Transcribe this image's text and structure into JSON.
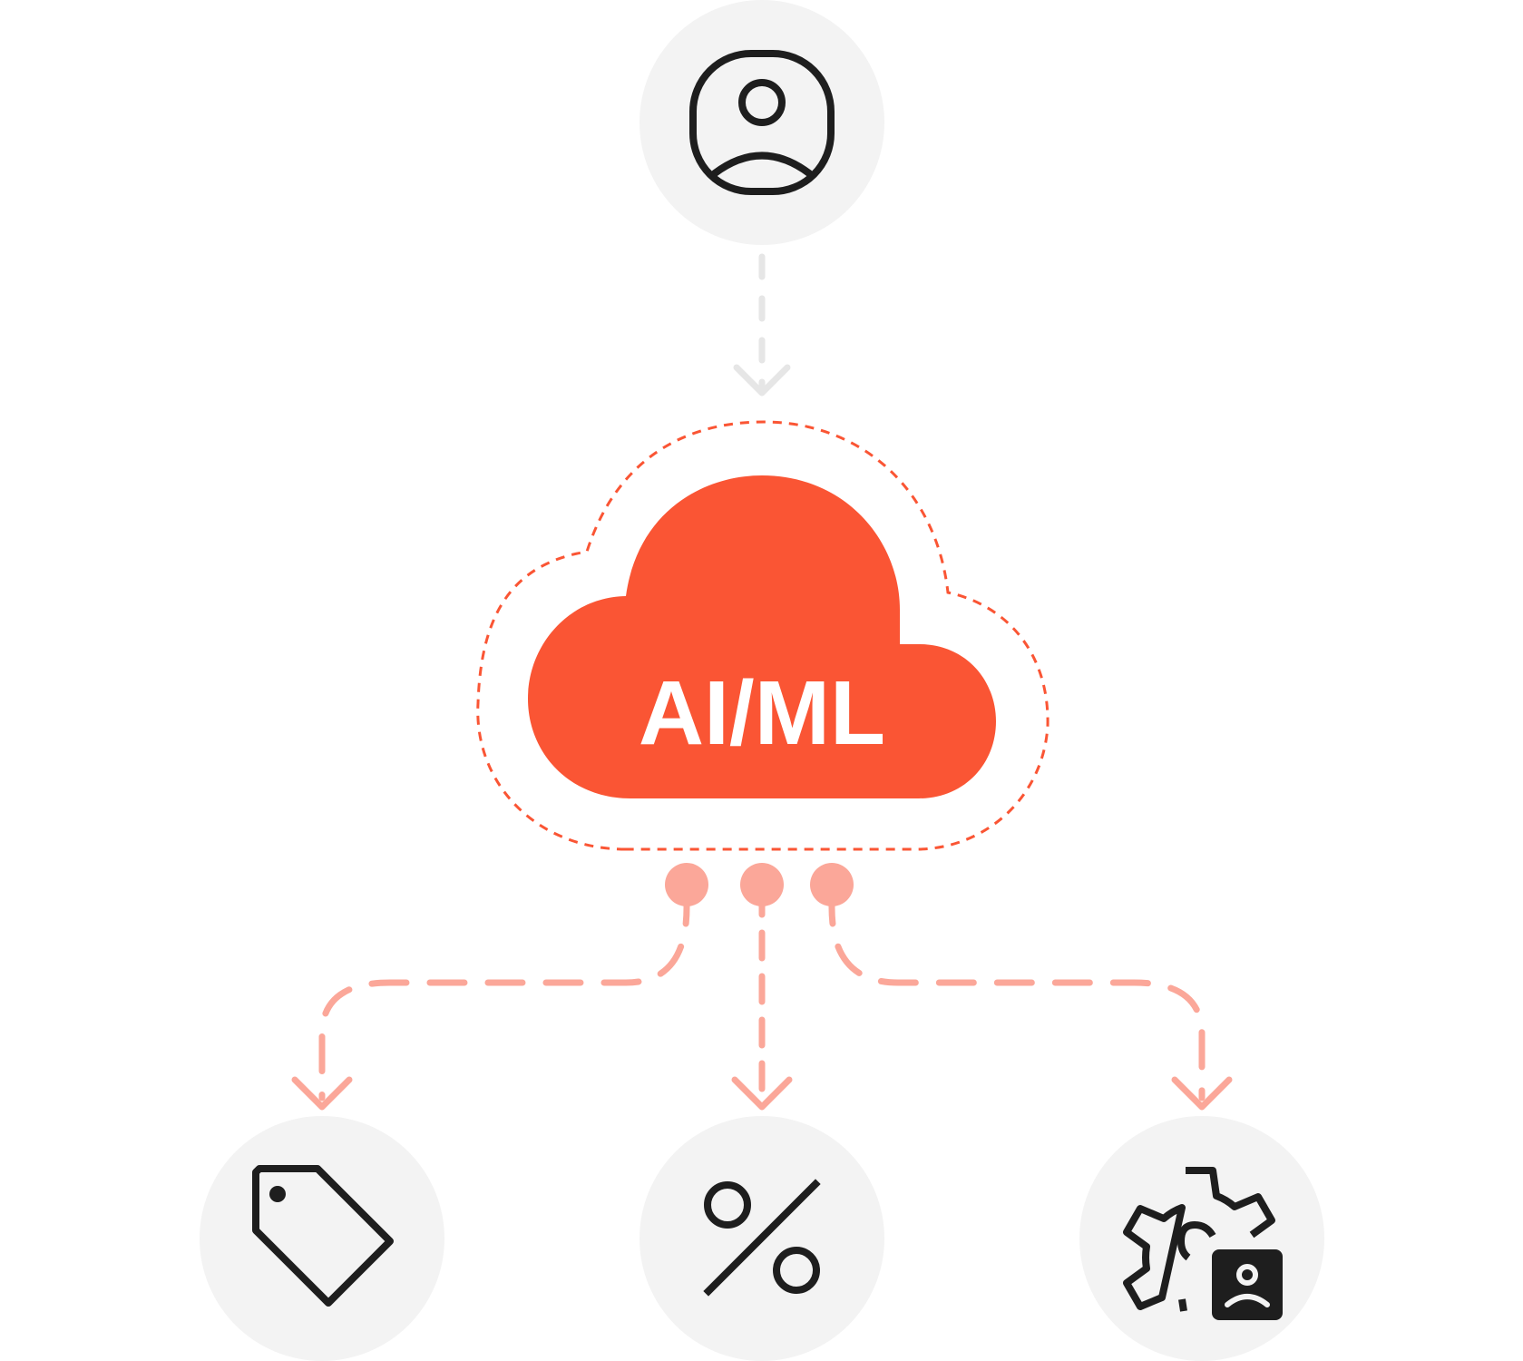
{
  "diagram": {
    "center_label": "AI/ML",
    "nodes": [
      {
        "id": "user",
        "icon": "user-circle-icon"
      },
      {
        "id": "pricing",
        "icon": "price-tag-icon"
      },
      {
        "id": "discount",
        "icon": "percent-icon"
      },
      {
        "id": "personalization",
        "icon": "gear-user-icon"
      }
    ],
    "connections": [
      {
        "from": "user",
        "to": "center"
      },
      {
        "from": "center",
        "to": "pricing"
      },
      {
        "from": "center",
        "to": "discount"
      },
      {
        "from": "center",
        "to": "personalization"
      }
    ]
  },
  "colors": {
    "accent": "#FA5534",
    "connector": "#FBA799",
    "incoming_line": "#E6E6E6",
    "node_background": "#F3F3F3",
    "icon_stroke": "#1E1E1E",
    "label": "#FFFFFF"
  }
}
